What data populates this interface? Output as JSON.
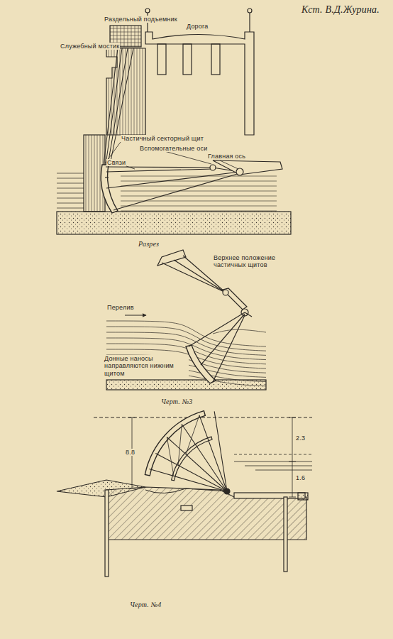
{
  "diagram": {
    "labels": [
      "Кст. В.Д.Журина.",
      "Раздельный подъемник",
      "Дорога",
      "Служебный мостик",
      "Частичный секторный щит",
      "Вспомогательные оси",
      "Главная ось",
      "Связи",
      "Разрез",
      "Верхнее положение частичных щитов",
      "Перелив",
      "Донные наносы направляются нижним щитом",
      "Черт. №3",
      "8.8",
      "2.3",
      "1.6",
      "Черт. №4"
    ]
  }
}
